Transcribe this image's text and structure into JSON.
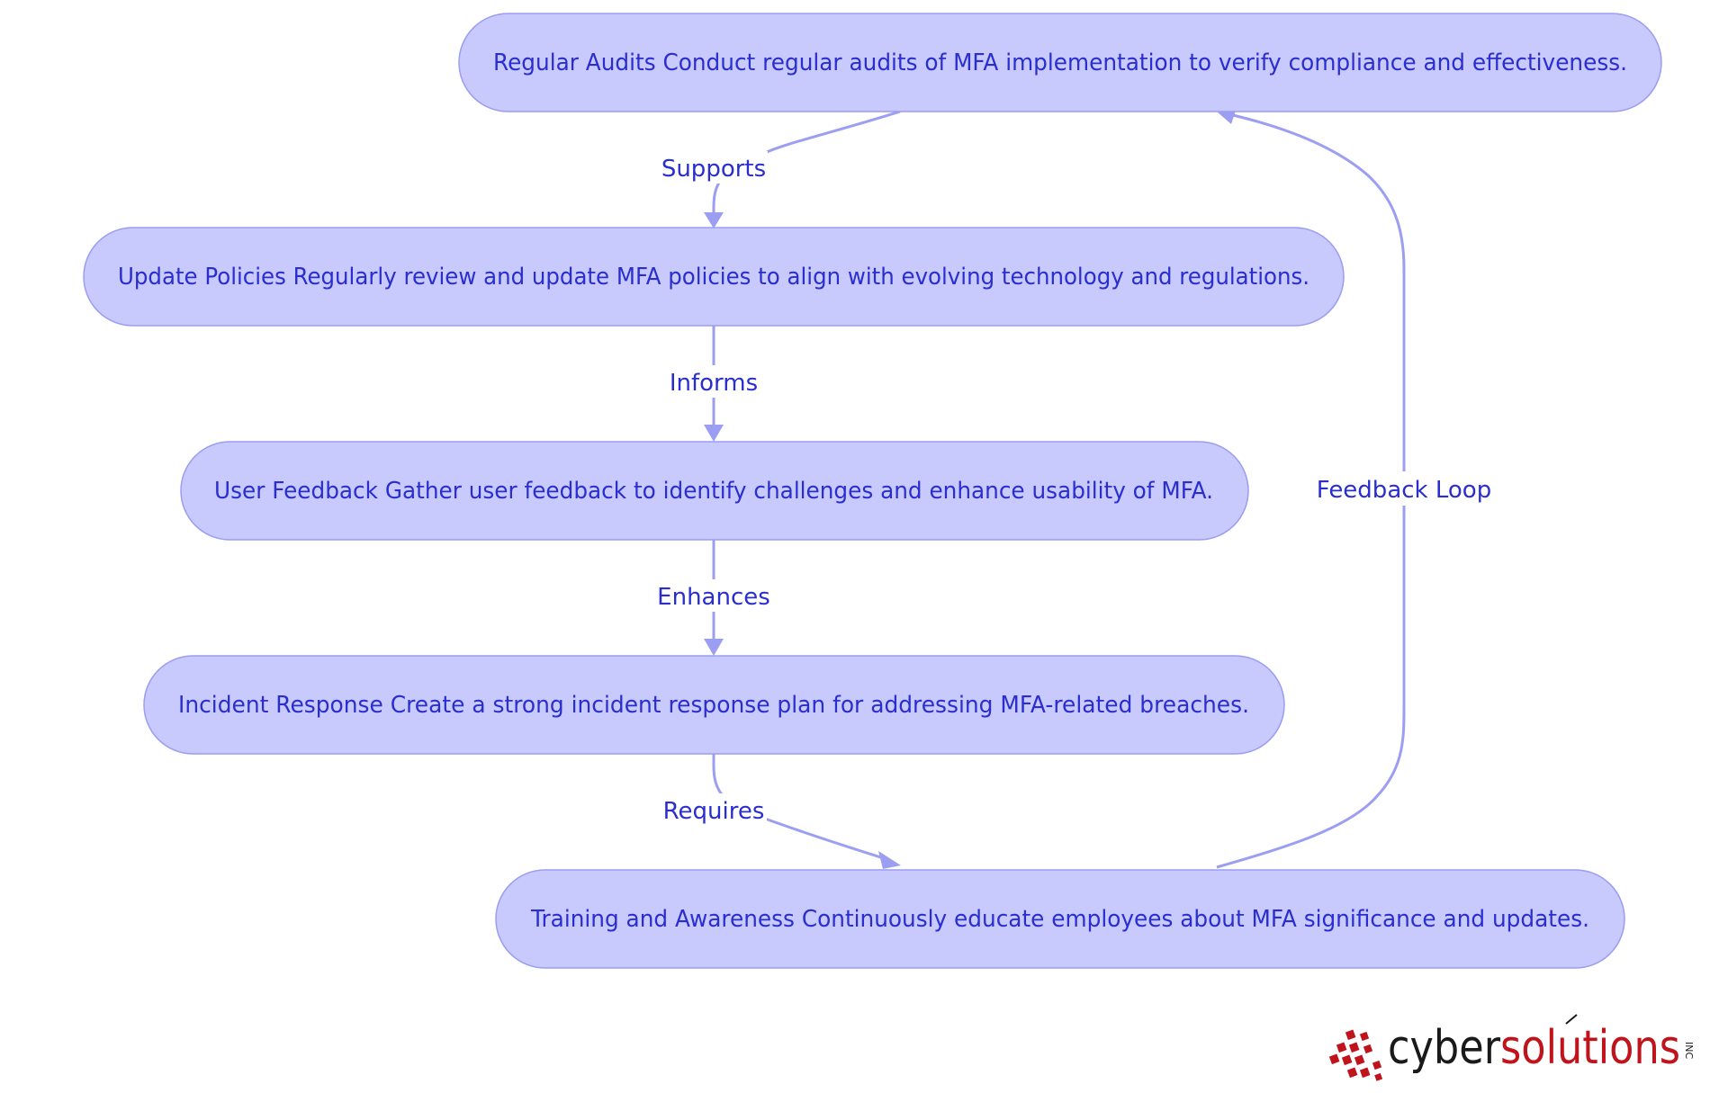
{
  "diagram": {
    "nodes": [
      {
        "id": "regular-audits",
        "title": "Regular Audits",
        "text": "Regular Audits Conduct regular audits of MFA implementation to verify compliance and effectiveness."
      },
      {
        "id": "update-policies",
        "title": "Update Policies",
        "text": "Update Policies Regularly review and update MFA policies to align with evolving technology and regulations."
      },
      {
        "id": "user-feedback",
        "title": "User Feedback",
        "text": "User Feedback Gather user feedback to identify challenges and enhance usability of MFA."
      },
      {
        "id": "incident-response",
        "title": "Incident Response",
        "text": "Incident Response Create a strong incident response plan for addressing MFA-related breaches."
      },
      {
        "id": "training-awareness",
        "title": "Training and Awareness",
        "text": "Training and Awareness Continuously educate employees about MFA significance and updates."
      }
    ],
    "edges": [
      {
        "from": "regular-audits",
        "to": "update-policies",
        "label": "Supports"
      },
      {
        "from": "update-policies",
        "to": "user-feedback",
        "label": "Informs"
      },
      {
        "from": "user-feedback",
        "to": "incident-response",
        "label": "Enhances"
      },
      {
        "from": "incident-response",
        "to": "training-awareness",
        "label": "Requires"
      },
      {
        "from": "training-awareness",
        "to": "regular-audits",
        "label": "Feedback Loop"
      }
    ],
    "colors": {
      "node_fill": "#c8c9fd",
      "node_border": "#9b9df0",
      "text": "#2a2ecf",
      "edge": "#9c9ef2"
    }
  },
  "logo": {
    "part1": "cyber",
    "part2": "solutions",
    "suffix": "INC",
    "colors": {
      "dark": "#1a1a1a",
      "red": "#c0141c"
    }
  }
}
